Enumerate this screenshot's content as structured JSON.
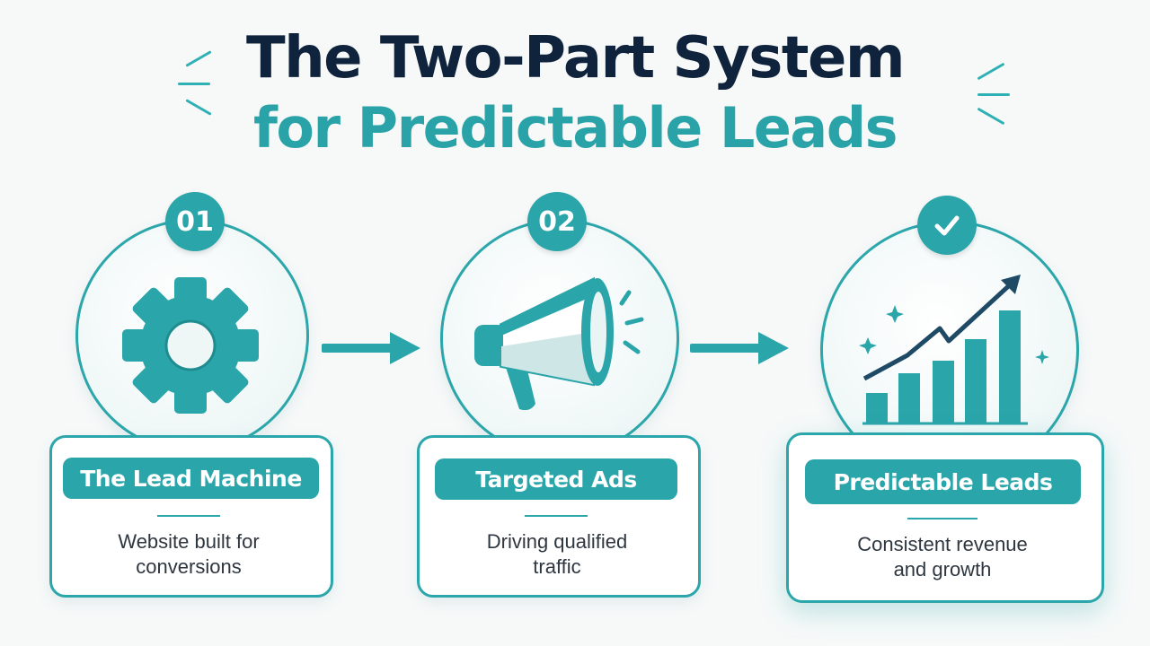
{
  "title": {
    "line1": "The Two-Part System",
    "line2": "for Predictable Leads"
  },
  "colors": {
    "accent": "#2aa5a9",
    "title_dark": "#10233d",
    "title_accent": "#2aa3a8",
    "background": "#f7f9f9"
  },
  "steps": [
    {
      "badge": "01",
      "icon": "gear-icon",
      "label": "The Lead Machine",
      "description_line1": "Website built for",
      "description_line2": "conversions"
    },
    {
      "badge": "02",
      "icon": "megaphone-icon",
      "label": "Targeted Ads",
      "description_line1": "Driving qualified",
      "description_line2": "traffic"
    },
    {
      "badge_icon": "checkmark-icon",
      "icon": "growth-chart-icon",
      "label": "Predictable Leads",
      "description_line1": "Consistent revenue",
      "description_line2": "and growth"
    }
  ],
  "connectors": [
    "arrow-right-icon",
    "arrow-right-icon"
  ]
}
